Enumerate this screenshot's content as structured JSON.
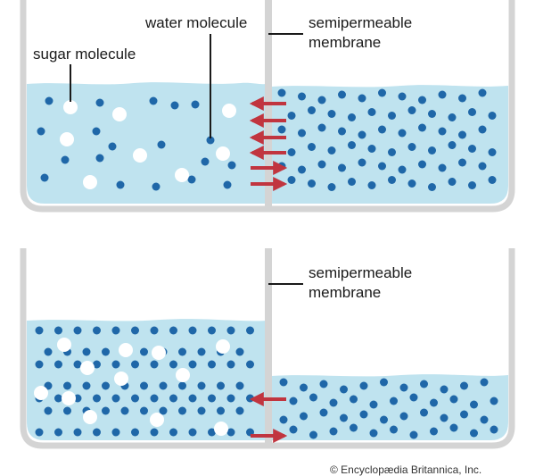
{
  "diagram": {
    "top_panel": {
      "label_sugar": "sugar molecule",
      "label_water": "water molecule",
      "label_membrane_line1": "semipermeable",
      "label_membrane_line2": "membrane"
    },
    "bottom_panel": {
      "label_membrane_line1": "semipermeable",
      "label_membrane_line2": "membrane"
    },
    "credit": "© Encyclopædia Britannica, Inc."
  },
  "colors": {
    "water": "#bfe3ef",
    "water_molecule": "#1f67a8",
    "sugar_molecule": "#ffffff",
    "arrow": "#c1353f",
    "container": "#d4d4d4",
    "leader_line": "#1a1a1a"
  },
  "icons": [
    "water-molecule-dot",
    "sugar-molecule-dot",
    "left-arrow",
    "right-arrow"
  ]
}
